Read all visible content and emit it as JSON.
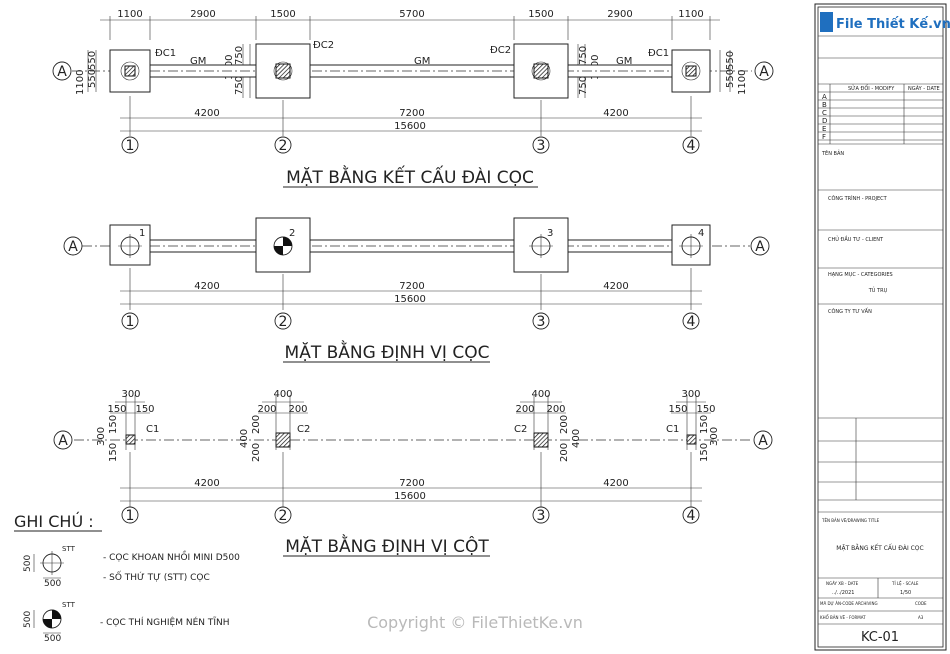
{
  "plan1": {
    "title": "MẶT BẰNG KẾT CẤU ĐÀI CỌC",
    "top_dims": [
      "1100",
      "2900",
      "1500",
      "5700",
      "1500",
      "2900",
      "1100"
    ],
    "labels": {
      "dc1": "ĐC1",
      "dc2": "ĐC2",
      "gm": "GM"
    },
    "side_dims": {
      "d550": "550",
      "d1100": "1100",
      "d750": "750",
      "d1500": "1500"
    }
  },
  "plan2": {
    "title": "MẶT BẰNG ĐỊNH VỊ CỌC",
    "pile_numbers": [
      "1",
      "2",
      "3",
      "4"
    ]
  },
  "plan3": {
    "title": "MẶT BẰNG ĐỊNH VỊ CỘT",
    "col_labels": {
      "c1": "C1",
      "c2": "C2"
    },
    "dims": {
      "d300": "300",
      "d150": "150",
      "d400": "400",
      "d200": "200"
    }
  },
  "axes": {
    "row": "A",
    "cols": [
      "1",
      "2",
      "3",
      "4"
    ],
    "spans": [
      "4200",
      "7200",
      "4200"
    ],
    "total": "15600"
  },
  "legend": {
    "heading": "GHI CHÚ :",
    "stt": "STT",
    "size": "500",
    "item1": "- CỌC KHOAN NHỒI MINI D500",
    "item2": "- SỐ THỨ TỰ (STT) CỌC",
    "item3": "- CỌC THÍ NGHIỆM NÉN TĨNH"
  },
  "title_block": {
    "logo": "File Thiết Kế.vn",
    "header_a": "SỬA ĐỔI - MODIFY",
    "header_b": "NGÀY - DATE",
    "revisions": [
      "A",
      "B",
      "C",
      "D",
      "E",
      "F"
    ],
    "ten_ban": "TÊN BẢN",
    "cong_trinh": "CÔNG TRÌNH - PROJECT",
    "chu_dau_tu": "CHỦ ĐẦU TƯ - CLIENT",
    "hang_muc": "HẠNG MỤC - CATEGORIES",
    "hang_muc_value": "TỦ TRỤ",
    "cong_ty": "CÔNG TY TƯ VẤN",
    "sheet_title_label": "TÊN BẢN VẼ/DRAWING TITLE",
    "sheet_title": "MẶT BẰNG KẾT CẤU ĐÀI CỌC",
    "date_label": "NGÀY XB - DATE",
    "date_value": "../../2021",
    "scale_label": "TỈ LỆ - SCALE",
    "scale_value": "1/50",
    "code_label": "MÃ DỰ ÁN-CODE ARCHIVING",
    "code": "CODE",
    "format_label": "KHỔ BẢN VẼ - FORMAT",
    "format_value": "A3",
    "sheet_no": "KC-01"
  },
  "watermark": "Copyright © FileThietKe.vn"
}
